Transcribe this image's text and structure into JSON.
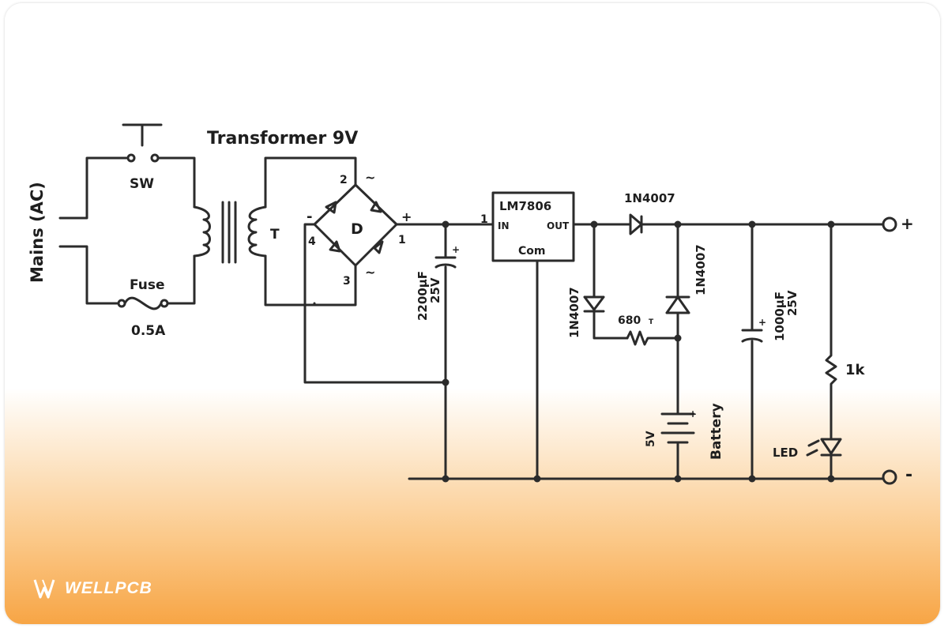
{
  "labels": {
    "mains": "Mains (AC)",
    "sw": "SW",
    "fuse": "Fuse",
    "fuse_rating": "0.5A",
    "transformer": "Transformer 9V",
    "t": "T",
    "bridge_d": "D",
    "pin2": "2",
    "pin3": "3",
    "pin4": "4",
    "pin1": "1",
    "tilde": "~",
    "plus": "+",
    "minus": "-",
    "cap1": "2200µF",
    "cap1_v": "25V",
    "reg": "LM7806",
    "reg_in": "IN",
    "reg_out": "OUT",
    "reg_com": "Com",
    "reg_pin": "1",
    "diode_top": "1N4007",
    "diode_left": "1N4007",
    "diode_right": "1N4007",
    "res680": "680",
    "res680_suffix": "T",
    "cap2": "1000µF",
    "cap2_v": "25V",
    "res1k": "1k",
    "battery": "Battery",
    "battery_v": "5V",
    "led": "LED",
    "out_plus": "+",
    "out_minus": "-"
  },
  "brand": {
    "name": "WELLPCB"
  }
}
